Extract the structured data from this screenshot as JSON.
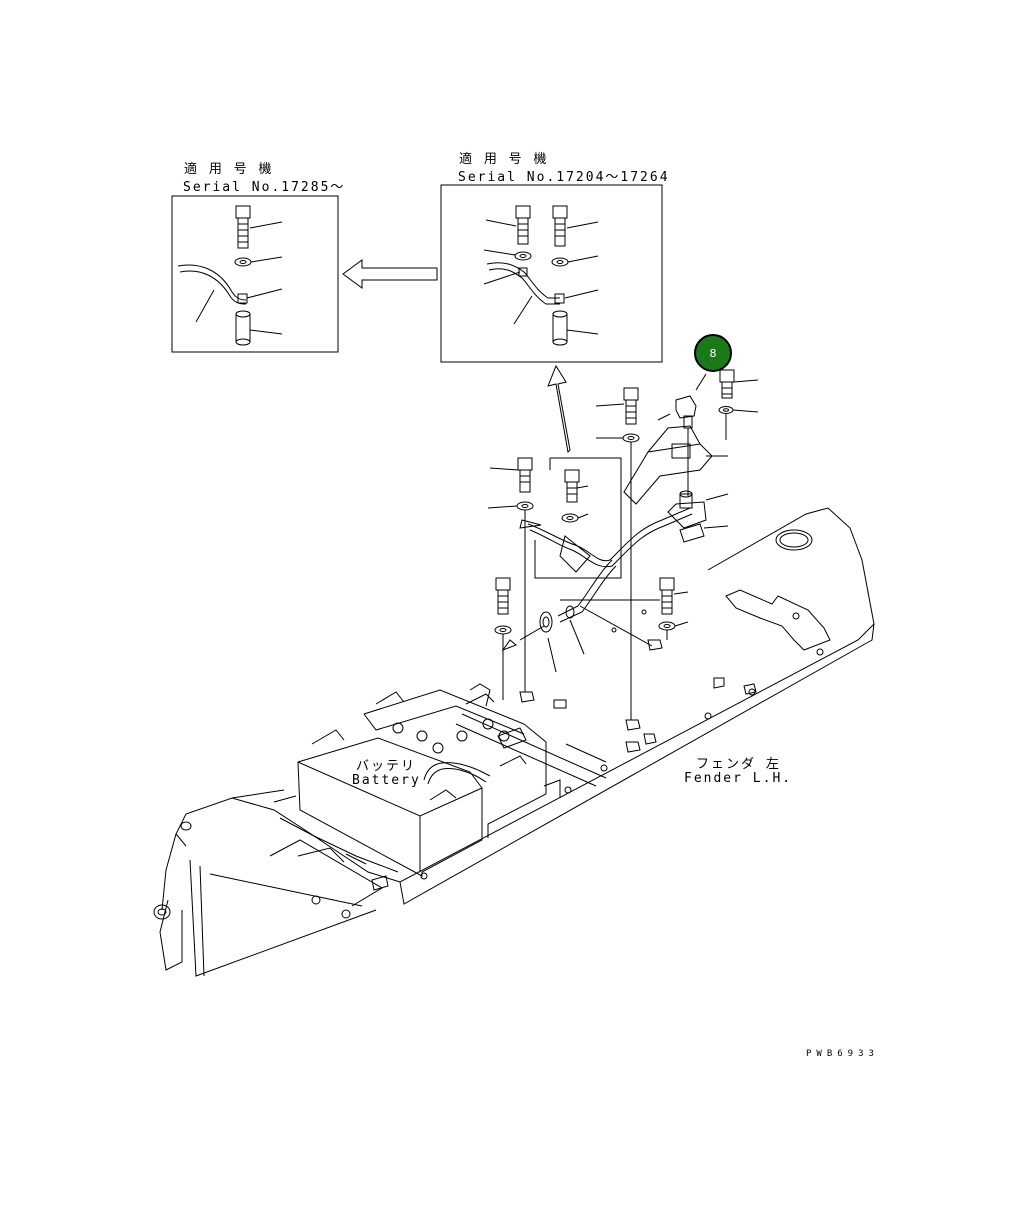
{
  "inset_left": {
    "title_jp": "適 用 号 機",
    "serial": "Serial No.17285～"
  },
  "inset_right": {
    "title_jp": "適 用 号 機",
    "serial": "Serial No.17204～17264"
  },
  "labels": {
    "battery_jp": "バッテリ",
    "battery_en": "Battery",
    "fender_jp": "フェンダ 左",
    "fender_en": "Fender L.H.",
    "drawing_code": "PWB6933"
  },
  "callout": {
    "number": "8",
    "color": "#1a7a1a"
  }
}
